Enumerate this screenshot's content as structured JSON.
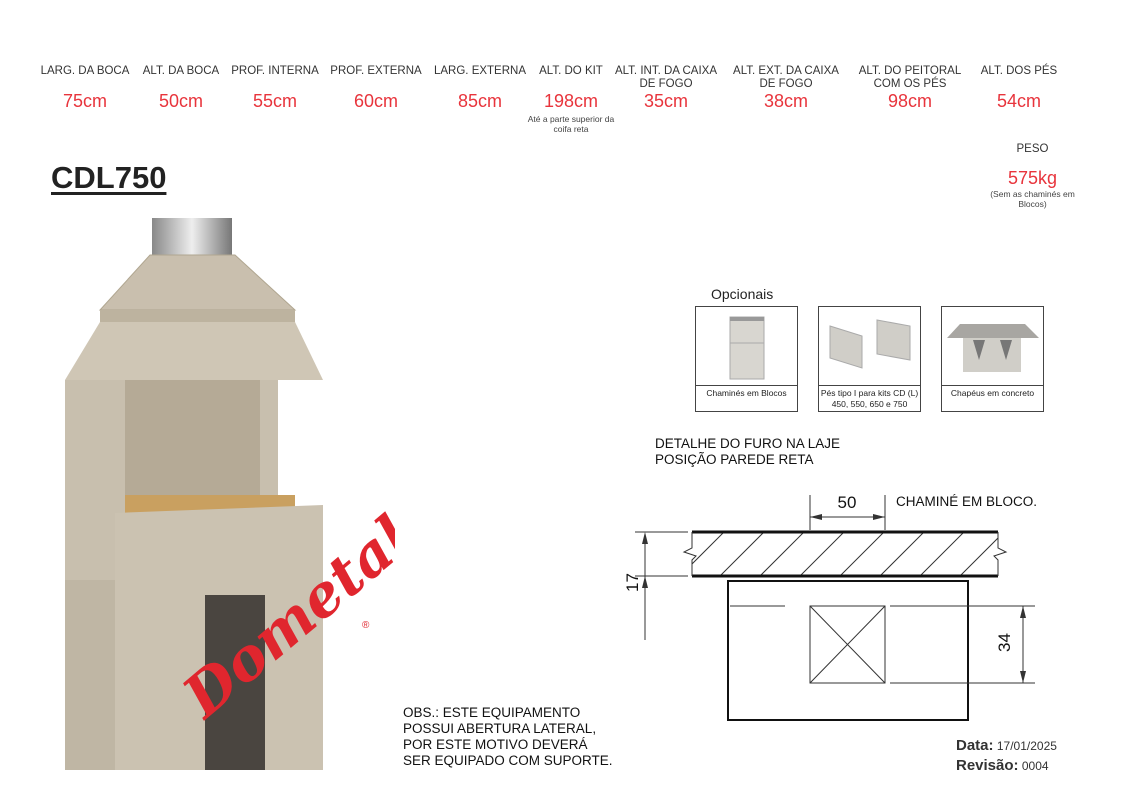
{
  "specs": [
    {
      "label": "LARG. DA BOCA",
      "value": "75cm"
    },
    {
      "label": "ALT. DA BOCA",
      "value": "50cm"
    },
    {
      "label": "PROF. INTERNA",
      "value": "55cm"
    },
    {
      "label": "PROF. EXTERNA",
      "value": "60cm"
    },
    {
      "label": "LARG. EXTERNA",
      "value": "85cm"
    },
    {
      "label": "ALT. DO KIT",
      "value": "198cm",
      "note": "Até a parte superior da coifa reta"
    },
    {
      "label": "ALT. INT. DA CAIXA DE FOGO",
      "value": "35cm"
    },
    {
      "label": "ALT. EXT. DA CAIXA DE FOGO",
      "value": "38cm"
    },
    {
      "label": "ALT. DO PEITORAL COM OS PÉS",
      "value": "98cm"
    },
    {
      "label": "ALT. DOS PÉS",
      "value": "54cm"
    }
  ],
  "weight": {
    "label": "PESO",
    "value": "575kg",
    "note": "(Sem as chaminés em Blocos)"
  },
  "model": "CDL750",
  "brand": "Dometal",
  "optionals": {
    "title": "Opcionais",
    "items": [
      {
        "caption": "Chaminés em Blocos"
      },
      {
        "caption": "Pés tipo I para kits CD (L) 450, 550, 650 e 750"
      },
      {
        "caption": "Chapéus em concreto"
      }
    ]
  },
  "detail": {
    "line1": "DETALHE DO FURO NA LAJE",
    "line2": "POSIÇÃO PAREDE RETA",
    "chimney_label": "CHAMINÉ EM BLOCO.",
    "dim_width": "50",
    "dim_slab": "17",
    "dim_depth": "34"
  },
  "obs": [
    "OBS.: ESTE EQUIPAMENTO",
    "POSSUI ABERTURA LATERAL,",
    "POR ESTE MOTIVO DEVERÁ",
    "SER EQUIPADO COM SUPORTE."
  ],
  "footer": {
    "date_label": "Data:",
    "date": "17/01/2025",
    "rev_label": "Revisão:",
    "rev": "0004"
  }
}
